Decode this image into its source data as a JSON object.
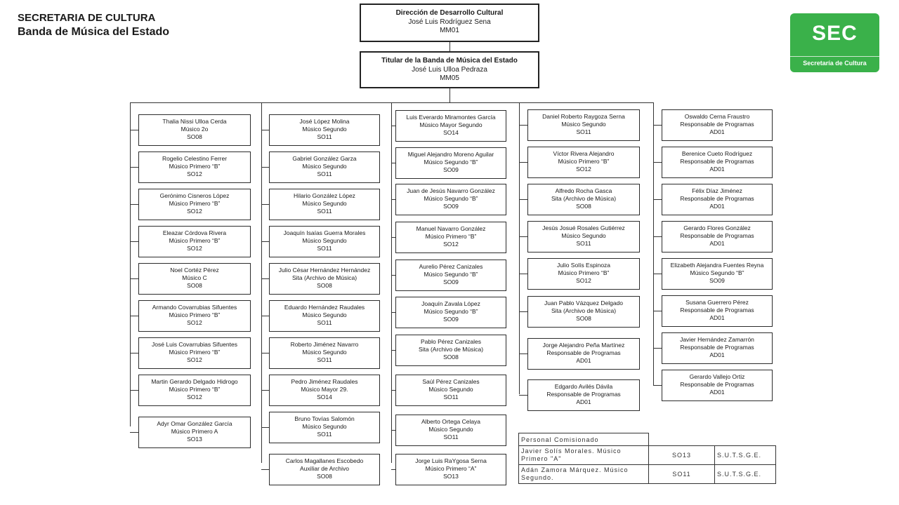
{
  "header": {
    "line1": "SECRETARIA DE CULTURA",
    "line2": "Banda de Música del Estado"
  },
  "logo": {
    "text": "SEC",
    "subtext": "Secretaría de Cultura",
    "color": "#3ab14a"
  },
  "top_boxes": [
    {
      "title": "Dirección  de Desarrollo Cultural",
      "name": "José Luis Rodríguez Sena",
      "code": "MM01"
    },
    {
      "title": "Titular  de la Banda de Música del Estado",
      "name": "José Luis Ulloa Pedraza",
      "code": "MM05"
    }
  ],
  "columns": [
    [
      {
        "name": "Thalia Nissi Ulloa Cerda",
        "role": "Músico 2o",
        "code": "SO08"
      },
      {
        "name": "Rogelio Celestino Ferrer",
        "role": "Músico Primero “B”",
        "code": "SO12"
      },
      {
        "name": "Gerónimo Cisneros López",
        "role": "Músico Primero “B”",
        "code": "SO12"
      },
      {
        "name": "Eleazar Córdova Rivera",
        "role": "Músico Primero “B”",
        "code": "SO12"
      },
      {
        "name": "Noel Cortéz Pérez",
        "role": "Músico C",
        "code": "SO08"
      },
      {
        "name": "Armando Covarrubias Sifuentes",
        "role": "Músico Primero “B”",
        "code": "SO12"
      },
      {
        "name": "José Luis Covarrubias Sifuentes",
        "role": "Músico  Primero “B”",
        "code": "SO12"
      },
      {
        "name": "Martin Gerardo Delgado Hidrogo",
        "role": "Músico  Primero “B”",
        "code": "SO12"
      },
      {
        "name": "Adyr Omar González García",
        "role": "Músico  Primero A",
        "code": "SO13"
      }
    ],
    [
      {
        "name": "José López Molina",
        "role": "Músico Segundo",
        "code": "SO11"
      },
      {
        "name": "Gabriel González Garza",
        "role": "Músico Segundo",
        "code": "SO11"
      },
      {
        "name": "Hilario González López",
        "role": "Músico Segundo",
        "code": "SO11"
      },
      {
        "name": "Joaquín Isaías Guerra Morales",
        "role": "Músico Segundo",
        "code": "SO11"
      },
      {
        "name": "Julio César Hernández Hernández",
        "role": "Sita (Archivo de Música)",
        "code": "SO08"
      },
      {
        "name": "Eduardo Hernández Raudales",
        "role": "Músico Segundo",
        "code": "SO11"
      },
      {
        "name": "Roberto Jiménez Navarro",
        "role": "Músico Segundo",
        "code": "SO11"
      },
      {
        "name": "Pedro Jiménez Raudales",
        "role": "Músico  Mayor 29.",
        "code": "SO14"
      },
      {
        "name": "Bruno Tovías Salomón",
        "role": "Músico Segundo",
        "code": "SO11"
      },
      {
        "name": "Carlos Magallanes Escobedo",
        "role": "Auxiliar de Archivo",
        "code": "SO08"
      }
    ],
    [
      {
        "name": "Luis Everardo Miramontes García",
        "role": "Músico Mayor Segundo",
        "code": "SO14"
      },
      {
        "name": "Miguel Alejandro Moreno Aguilar",
        "role": "Músico  Segundo “B”",
        "code": "SO09"
      },
      {
        "name": "Juan de Jesús Navarro González",
        "role": "Músico Segundo “B”",
        "code": "SO09"
      },
      {
        "name": "Manuel Navarro González",
        "role": "Músico Primero  “B”",
        "code": "SO12"
      },
      {
        "name": "Aurelio Pérez Canizales",
        "role": "Músico Segundo  “B”",
        "code": "SO09"
      },
      {
        "name": "Joaquín Zavala López",
        "role": "Músico Segundo  “B”",
        "code": "SO09"
      },
      {
        "name": "Pablo Pérez Canizales",
        "role": "Sita (Archivo de Música)",
        "code": "SO08"
      },
      {
        "name": "Saúl Pérez Canizales",
        "role": "Músico Segundo",
        "code": "SO11"
      },
      {
        "name": "Alberto Ortega Celaya",
        "role": "Músico Segundo",
        "code": "SO11"
      },
      {
        "name": "Jorge Luis RaYgosa Serna",
        "role": "Músico Primero “A”",
        "code": "SO13"
      }
    ],
    [
      {
        "name": "Daniel Roberto Raygoza Serna",
        "role": "Músico  Segundo",
        "code": "SO11"
      },
      {
        "name": "Víctor Rivera Alejandro",
        "role": "Músico Primero “B”",
        "code": "SO12"
      },
      {
        "name": "Alfredo Rocha Gasca",
        "role": "Sita (Archivo de Música)",
        "code": "SO08"
      },
      {
        "name": "Jesús Josué  Rosales Gutiérrez",
        "role": "Músico Segundo",
        "code": "SO11"
      },
      {
        "name": "Julio Solís Espinoza",
        "role": "Músico Primero  “B”",
        "code": "SO12"
      },
      {
        "name": "Juan Pablo Vázquez Delgado",
        "role": "Sita (Archivo de Música)",
        "code": "SO08"
      },
      {
        "name": "Jorge Alejandro Peña Martínez",
        "role": "Responsable de Programas",
        "code": "AD01"
      },
      {
        "name": "Edgardo Avilés Dávila",
        "role": "Responsable de Programas",
        "code": "AD01"
      }
    ],
    [
      {
        "name": "Oswaldo Cerna Fraustro",
        "role": "Responsable de Programas",
        "code": "AD01"
      },
      {
        "name": "Berenice Cueto Rodríguez",
        "role": "Responsable de Programas",
        "code": "AD01"
      },
      {
        "name": "Félix Díaz Jiménez",
        "role": "Responsable de Programas",
        "code": "AD01"
      },
      {
        "name": "Gerardo Flores González",
        "role": "Responsable de Programas",
        "code": "AD01"
      },
      {
        "name": "Elizabeth Alejandra Fuentes Reyna",
        "role": "Músico Segundo “B”",
        "code": "SO09"
      },
      {
        "name": "Susana Guerrero Pérez",
        "role": "Responsable de Programas",
        "code": "AD01"
      },
      {
        "name": "Javier Hernández Zamarrón",
        "role": "Responsable de Programas",
        "code": "AD01"
      },
      {
        "name": "Gerardo Vallejo Ortiz",
        "role": "Responsable de Programas",
        "code": "AD01"
      }
    ]
  ],
  "commission_table": {
    "header": "Personal Comisionado",
    "rows": [
      {
        "name": "Javier Solís Morales. Músico Primero \"A\"",
        "code": "SO13",
        "union": "S.U.T.S.G.E."
      },
      {
        "name": "Adán Zamora Márquez. Músico Segundo.",
        "code": "SO11",
        "union": "S.U.T.S.G.E."
      }
    ]
  }
}
